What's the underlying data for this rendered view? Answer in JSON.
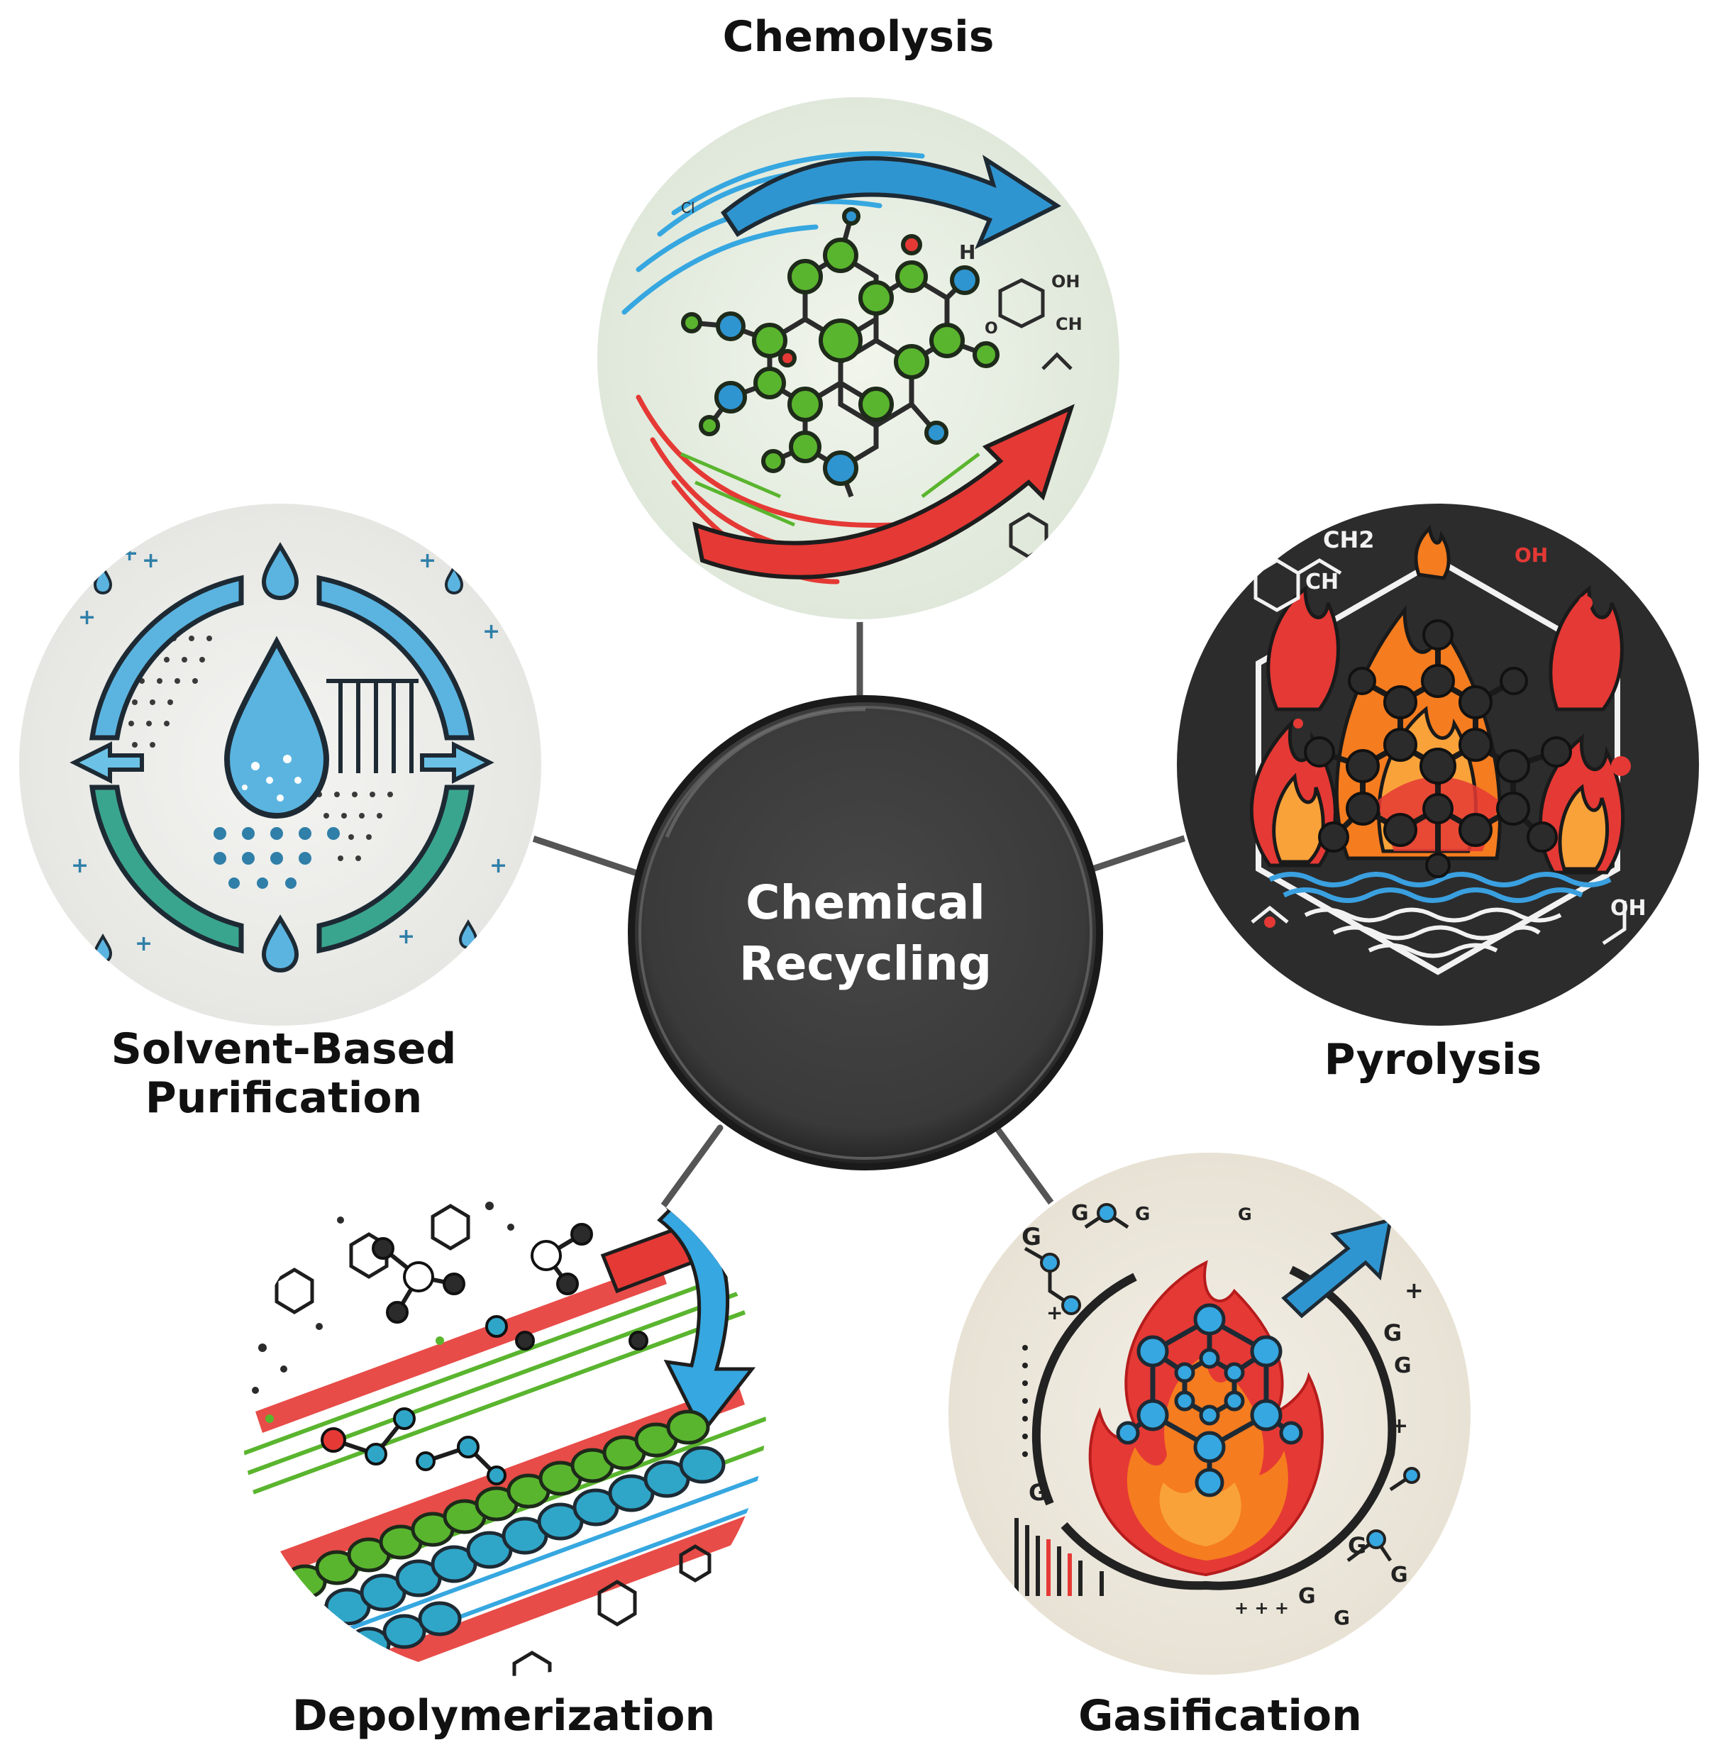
{
  "center": {
    "line1": "Chemical",
    "line2": "Recycling"
  },
  "nodes": {
    "chemolysis": {
      "label": "Chemolysis"
    },
    "pyrolysis": {
      "label": "Pyrolysis",
      "formula_ch2": "CH2",
      "formula_ch": "CH",
      "formula_oh_top": "OH",
      "formula_oh": "OH"
    },
    "gasification": {
      "label": "Gasification"
    },
    "depolymerization": {
      "label": "Depolymerization"
    },
    "solvent": {
      "line1": "Solvent-Based",
      "line2": "Purification"
    }
  },
  "colors": {
    "center_fill": "#3f3f3f",
    "connector": "#555555",
    "green": "#5ab52e",
    "blue": "#2f95d0",
    "red": "#e53935",
    "orange": "#f57c1f",
    "teal": "#3aa58f",
    "dark": "#2b2b2b"
  }
}
